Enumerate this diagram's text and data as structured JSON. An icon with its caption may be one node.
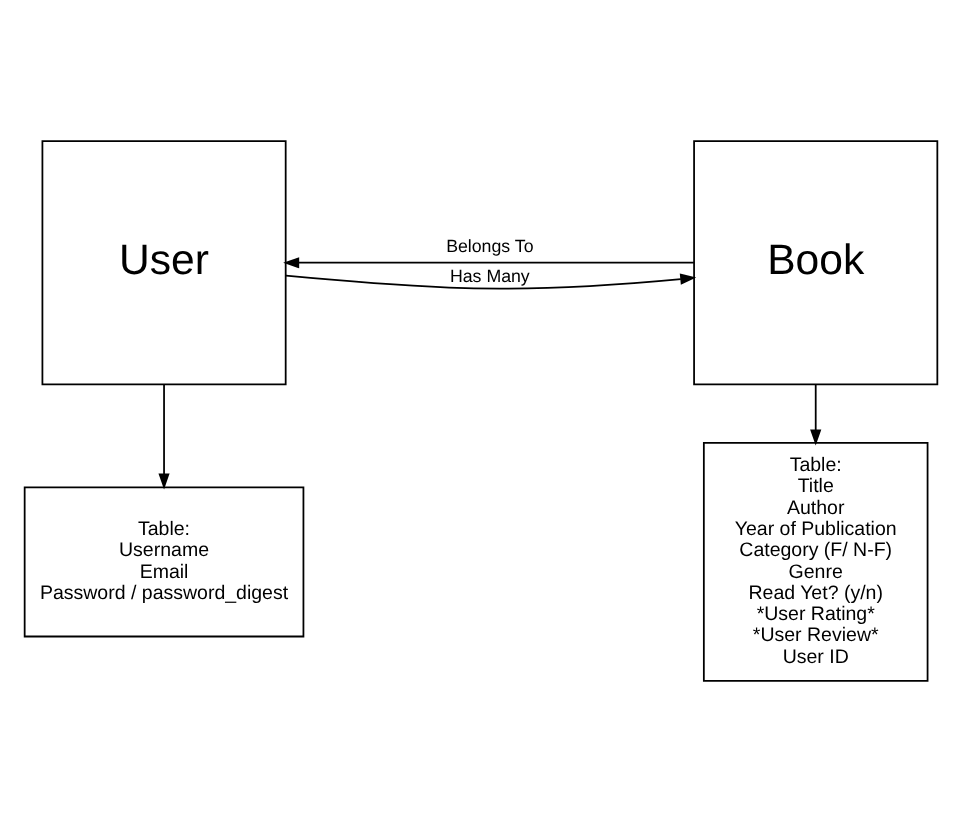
{
  "diagram": {
    "nodes": [
      {
        "text": [
          "User"
        ]
      },
      {
        "text": [
          "Book"
        ]
      },
      {
        "text": [
          "Table:",
          "Username",
          "Email",
          "Password / password_digest"
        ]
      },
      {
        "text": [
          "Table:",
          "Title",
          "Author",
          "Year of Publication",
          "Category (F/ N-F)",
          "Genre",
          "Read Yet? (y/n)",
          "*User Rating*",
          "*User Review*",
          "User ID"
        ]
      }
    ],
    "edges": [
      {
        "from": 1,
        "to": 0,
        "arrow": "to",
        "label": "Belongs To"
      },
      {
        "from": 0,
        "to": 1,
        "arrow": "to",
        "label": "Has Many"
      },
      {
        "from": 0,
        "to": 2,
        "arrow": "to"
      },
      {
        "from": 1,
        "to": 3,
        "arrow": "to"
      }
    ]
  }
}
